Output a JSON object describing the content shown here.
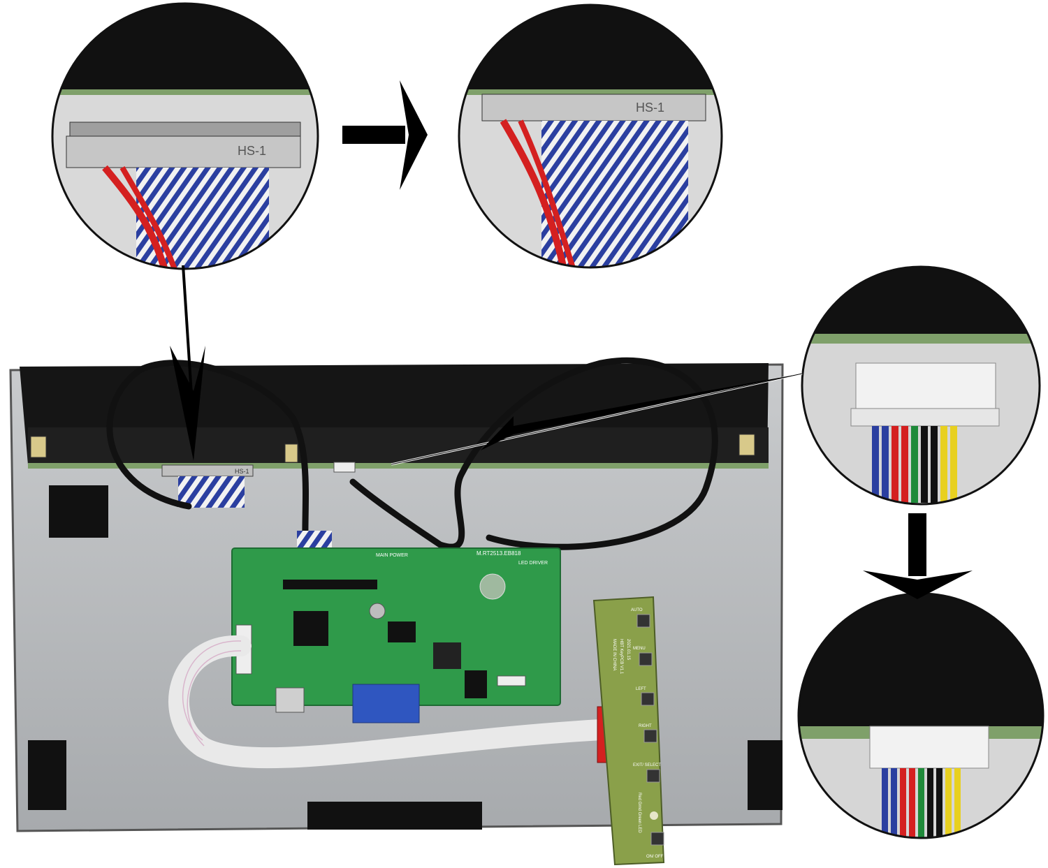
{
  "colors": {
    "panel_metal": "#b9bcbf",
    "panel_dark": "#1a1a1a",
    "pcb_green": "#2f9a4a",
    "keypad_green": "#8aa04a",
    "wire_blue": "#2b3fa0",
    "wire_red": "#d42020",
    "wire_yellow": "#e8d020",
    "arrow": "#000000"
  },
  "connector": {
    "lvds_marking": "HS-1",
    "panel_lvds_marking": "HS-1"
  },
  "board": {
    "model": "M.RT2513.EB818",
    "power_label": "MAIN POWER",
    "led_label": "LED DRIVER"
  },
  "keypad": {
    "buttons": [
      "AUTO",
      "MENU",
      "LEFT",
      "RIGHT",
      "EXIT/ SELECT",
      "ON/ OFF"
    ],
    "version": "2021.01.15",
    "pcb_name": "HBT KeyPCB V1.1",
    "origin": "MADE IN CHINA",
    "led_text": "Red Grnd Green LED"
  },
  "icons": {
    "arrow_right": "arrow-right-icon",
    "arrow_down": "arrow-down-icon"
  }
}
